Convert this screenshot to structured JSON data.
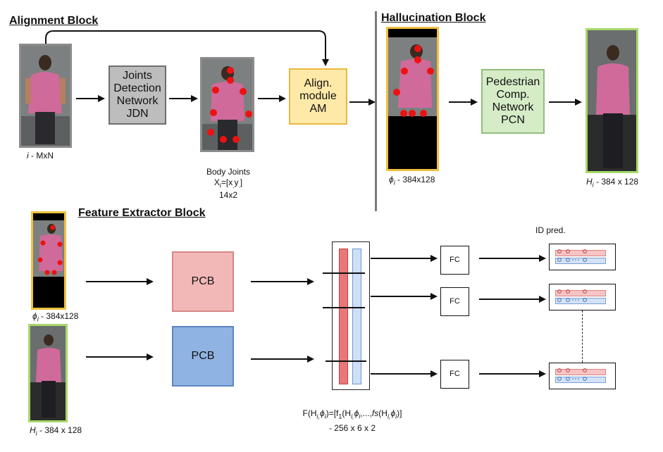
{
  "alignment": {
    "title": "Alignment Block",
    "input_caption": {
      "var": "i",
      "rest": " - MxN"
    },
    "jdn_lines": [
      "Joints",
      "Detection",
      "Network",
      "JDN"
    ],
    "am_lines": [
      "Align.",
      "module",
      "AM"
    ],
    "joints_caption": {
      "line1": "Body Joints",
      "x": "X",
      "xsub": "i",
      "eq": "=[x",
      "y": "y",
      "line3": "14x2"
    }
  },
  "hallucination": {
    "title": "Hallucination Block",
    "phi_caption": {
      "sym": "ϕ",
      "sub": "i",
      "rest": " - 384x128"
    },
    "pcn_lines": [
      "Pedestrian",
      "Comp.",
      "Network",
      "PCN"
    ],
    "h_caption": {
      "sym": "H",
      "sub": "i",
      "rest": " - 384 x 128"
    }
  },
  "feature": {
    "title": "Feature Extractor Block",
    "phi_caption": {
      "sym": "ϕ",
      "sub": "i",
      "rest": " - 384x128"
    },
    "h_caption": {
      "sym": "H",
      "sub": "i",
      "rest": " - 384 x 128"
    },
    "pcb_label": "PCB",
    "fc_label": "FC",
    "id_pred": "ID pred.",
    "formula_line1": "F(H",
    "formula_line2": "- 256 x 6 x 2"
  },
  "colors": {
    "input_border": "#8c8c8c",
    "phi_border": "#f0c040",
    "h_border": "#a6d96a",
    "jdn_fill": "#bdbdbd",
    "am_fill": "#ffe9a8",
    "pcn_fill": "#d5ecc7",
    "pcb_red": "#f2b8b8",
    "pcb_blue": "#8fb3e3",
    "joint_dot": "#ee1111"
  }
}
